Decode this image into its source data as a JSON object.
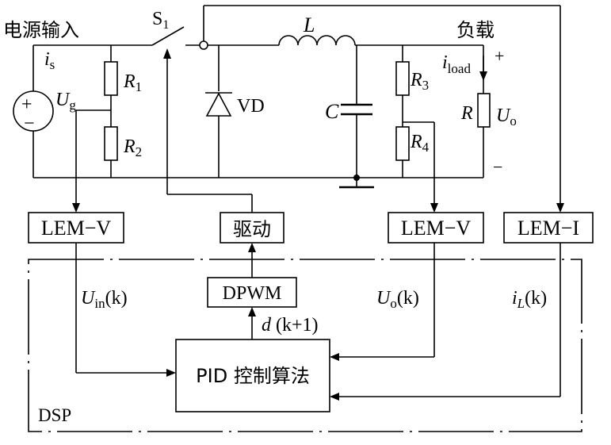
{
  "labels": {
    "power_input": "电源输入",
    "switch": "S",
    "switch_sub": "1",
    "inductor": "L",
    "load": "负载",
    "plus": "+",
    "minus": "−",
    "i_s": "i",
    "i_s_sub": "s",
    "ug": "U",
    "ug_sub": "g",
    "r1": "R",
    "r1_sub": "1",
    "r2": "R",
    "r2_sub": "2",
    "diode": "VD",
    "capacitor": "C",
    "r3": "R",
    "r3_sub": "3",
    "r4": "R",
    "r4_sub": "4",
    "iload": "i",
    "iload_sub": "load",
    "r_load": "R",
    "uo": "U",
    "uo_sub": "o"
  },
  "blocks": {
    "lem_v_in": "LEM−V",
    "driver": "驱动",
    "lem_v_out": "LEM−V",
    "lem_i": "LEM−I",
    "dpwm": "DPWM",
    "pid": "PID 控制算法",
    "dsp": "DSP"
  },
  "signals": {
    "uin_var": "U",
    "uin_sub": "in",
    "uin_arg": "(k)",
    "uo_var": "U",
    "uo_sub": "o",
    "uo_arg": "(k)",
    "il_var": "i",
    "il_sub": "L",
    "il_arg": "(k)",
    "d_var": "d",
    "d_arg": " (k+1)"
  }
}
